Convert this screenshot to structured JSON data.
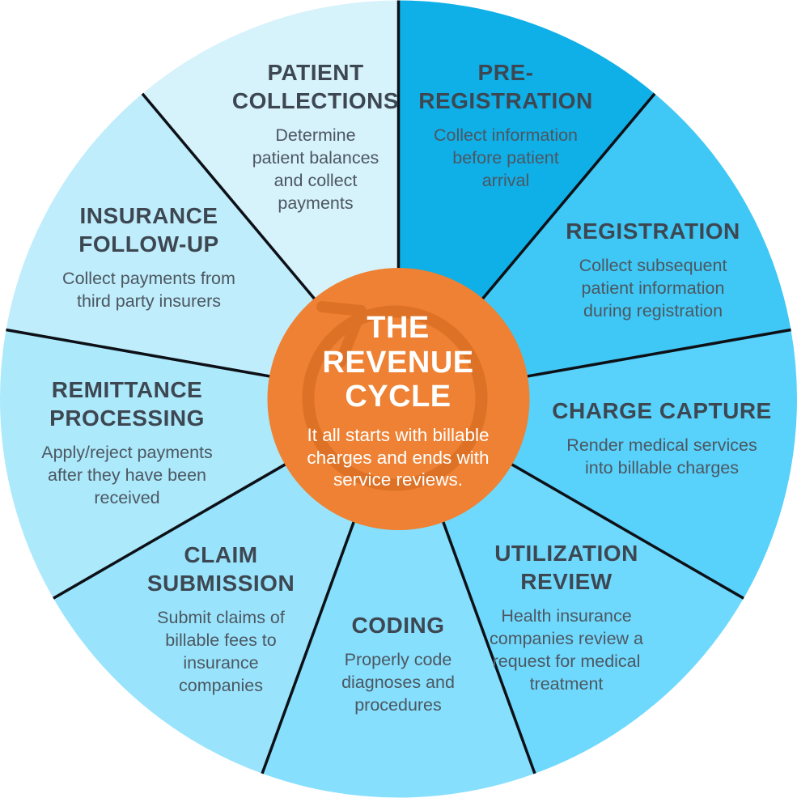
{
  "diagram": {
    "kind": "circular-process-wheel",
    "segment_count": 9,
    "divider_color": "#0D1117",
    "divider_width": 3.5
  },
  "center": {
    "title": "THE REVENUE CYCLE",
    "title_lines": [
      "THE",
      "REVENUE",
      "CYCLE"
    ],
    "subtitle": "It all starts with billable charges and ends with service reviews.",
    "subtitle_lines": [
      "It all starts with billable",
      "charges and ends with",
      "service reviews."
    ],
    "bg_color": "#EE8133",
    "ring_color": "#DD7226",
    "text_color": "#FFFFFF",
    "icon": "cycle-arrow-icon"
  },
  "segments": [
    {
      "name": "pre-registration",
      "title": "PRE-REGISTRATION",
      "title_lines": [
        "PRE-",
        "REGISTRATION"
      ],
      "description": "Collect information before patient arrival",
      "desc_lines": [
        "Collect information",
        "before patient",
        "arrival"
      ],
      "color": "#0FAFE8"
    },
    {
      "name": "registration",
      "title": "REGISTRATION",
      "title_lines": [
        "REGISTRATION"
      ],
      "description": "Collect subsequent patient information during registration",
      "desc_lines": [
        "Collect subsequent",
        "patient information",
        "during registration"
      ],
      "color": "#3FC8F5"
    },
    {
      "name": "charge-capture",
      "title": "CHARGE CAPTURE",
      "title_lines": [
        "CHARGE CAPTURE"
      ],
      "description": "Render medical services into billable charges",
      "desc_lines": [
        "Render medical services",
        "into billable charges"
      ],
      "color": "#58D1FB"
    },
    {
      "name": "utilization-review",
      "title": "UTILIZATION REVIEW",
      "title_lines": [
        "UTILIZATION",
        "REVIEW"
      ],
      "description": "Health insurance companies review a request for medical treatment",
      "desc_lines": [
        "Health insurance",
        "companies review a",
        "request for medical",
        "treatment"
      ],
      "color": "#6FD9FD"
    },
    {
      "name": "coding",
      "title": "CODING",
      "title_lines": [
        "CODING"
      ],
      "description": "Properly code diagnoses and procedures",
      "desc_lines": [
        "Properly code",
        "diagnoses and",
        "procedures"
      ],
      "color": "#86DFFD"
    },
    {
      "name": "claim-submission",
      "title": "CLAIM SUBMISSION",
      "title_lines": [
        "CLAIM",
        "SUBMISSION"
      ],
      "description": "Submit claims of billable fees to insurance companies",
      "desc_lines": [
        "Submit claims of",
        "billable fees to",
        "insurance",
        "companies"
      ],
      "color": "#99E4FC"
    },
    {
      "name": "remittance-processing",
      "title": "REMITTANCE PROCESSING",
      "title_lines": [
        "REMITTANCE",
        "PROCESSING"
      ],
      "description": "Apply/reject payments after they have been received",
      "desc_lines": [
        "Apply/reject payments",
        "after they have been",
        "received"
      ],
      "color": "#ACE9FB"
    },
    {
      "name": "insurance-follow-up",
      "title": "INSURANCE FOLLOW-UP",
      "title_lines": [
        "INSURANCE",
        "FOLLOW-UP"
      ],
      "description": "Collect payments from third party insurers",
      "desc_lines": [
        "Collect payments from",
        "third party insurers"
      ],
      "color": "#BFEDFB"
    },
    {
      "name": "patient-collections",
      "title": "PATIENT COLLECTIONS",
      "title_lines": [
        "PATIENT",
        "COLLECTIONS"
      ],
      "description": "Determine patient balances and collect payments",
      "desc_lines": [
        "Determine",
        "patient balances",
        "and collect",
        "payments"
      ],
      "color": "#D6F2FB"
    }
  ]
}
